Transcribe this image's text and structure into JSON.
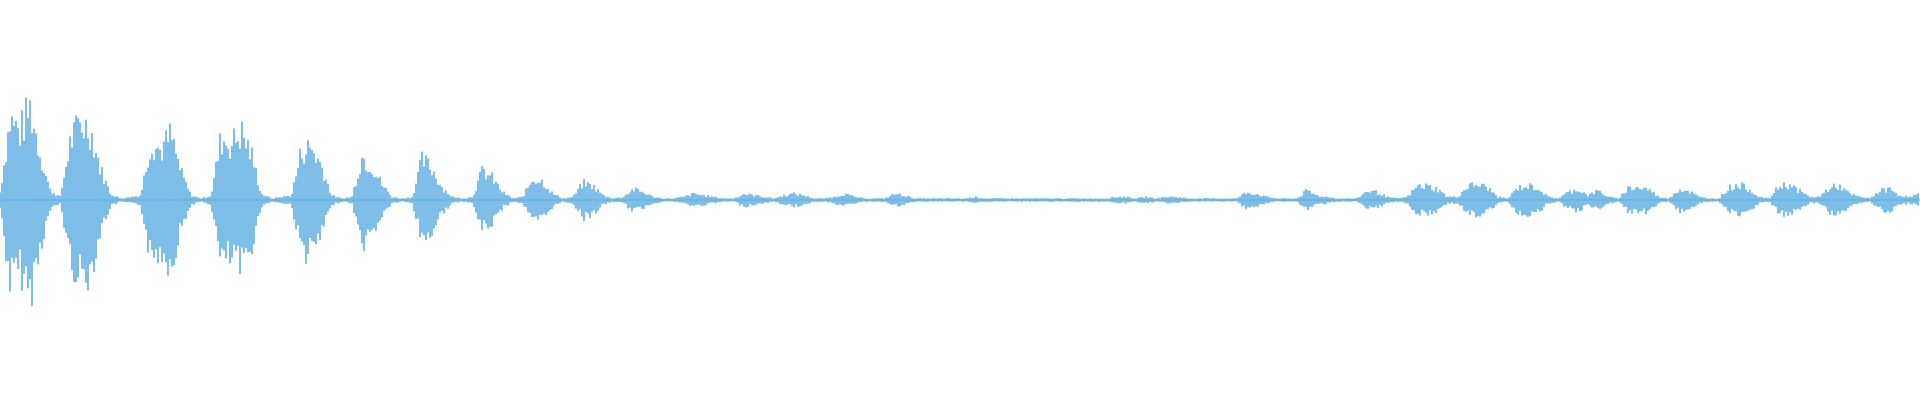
{
  "waveform": {
    "color": "#5DADE2",
    "background": "#FFFFFF",
    "peak_envelope": [
      0.05,
      0.52,
      0.44,
      0.6,
      0.3,
      0.06,
      0.02,
      0.38,
      0.5,
      0.46,
      0.2,
      0.04,
      0.01,
      0.02,
      0.03,
      0.38,
      0.32,
      0.42,
      0.18,
      0.03,
      0.01,
      0.03,
      0.4,
      0.36,
      0.44,
      0.3,
      0.04,
      0.01,
      0.02,
      0.03,
      0.32,
      0.34,
      0.22,
      0.03,
      0.01,
      0.02,
      0.28,
      0.22,
      0.1,
      0.02,
      0.01,
      0.02,
      0.26,
      0.2,
      0.08,
      0.02,
      0.01,
      0.02,
      0.19,
      0.14,
      0.05,
      0.01,
      0.02,
      0.14,
      0.12,
      0.04,
      0.01,
      0.02,
      0.11,
      0.09,
      0.03,
      0.01,
      0.02,
      0.07,
      0.05,
      0.02,
      0.01,
      0.01,
      0.02,
      0.04,
      0.03,
      0.02,
      0.01,
      0.01,
      0.04,
      0.03,
      0.02,
      0.01,
      0.03,
      0.04,
      0.03,
      0.01,
      0.01,
      0.02,
      0.04,
      0.02,
      0.01,
      0.01,
      0.01,
      0.04,
      0.03,
      0.01,
      0.01,
      0.01,
      0.01,
      0.01,
      0.01,
      0.02,
      0.01,
      0.01,
      0.01,
      0.01,
      0.01,
      0.01,
      0.01,
      0.01,
      0.01,
      0.01,
      0.01,
      0.01,
      0.01,
      0.02,
      0.02,
      0.01,
      0.02,
      0.01,
      0.02,
      0.02,
      0.01,
      0.01,
      0.01,
      0.01,
      0.01,
      0.01,
      0.05,
      0.04,
      0.02,
      0.01,
      0.01,
      0.01,
      0.06,
      0.03,
      0.02,
      0.01,
      0.01,
      0.01,
      0.06,
      0.05,
      0.02,
      0.01,
      0.02,
      0.09,
      0.09,
      0.07,
      0.02,
      0.02,
      0.09,
      0.1,
      0.08,
      0.02,
      0.01,
      0.08,
      0.09,
      0.08,
      0.02,
      0.01,
      0.05,
      0.07,
      0.03,
      0.06,
      0.02,
      0.01,
      0.08,
      0.08,
      0.07,
      0.02,
      0.01,
      0.07,
      0.06,
      0.02,
      0.01,
      0.01,
      0.08,
      0.1,
      0.07,
      0.02,
      0.01,
      0.09,
      0.1,
      0.06,
      0.02,
      0.02,
      0.08,
      0.09,
      0.04,
      0.02,
      0.01,
      0.06,
      0.07,
      0.03,
      0.02,
      0.04
    ]
  }
}
